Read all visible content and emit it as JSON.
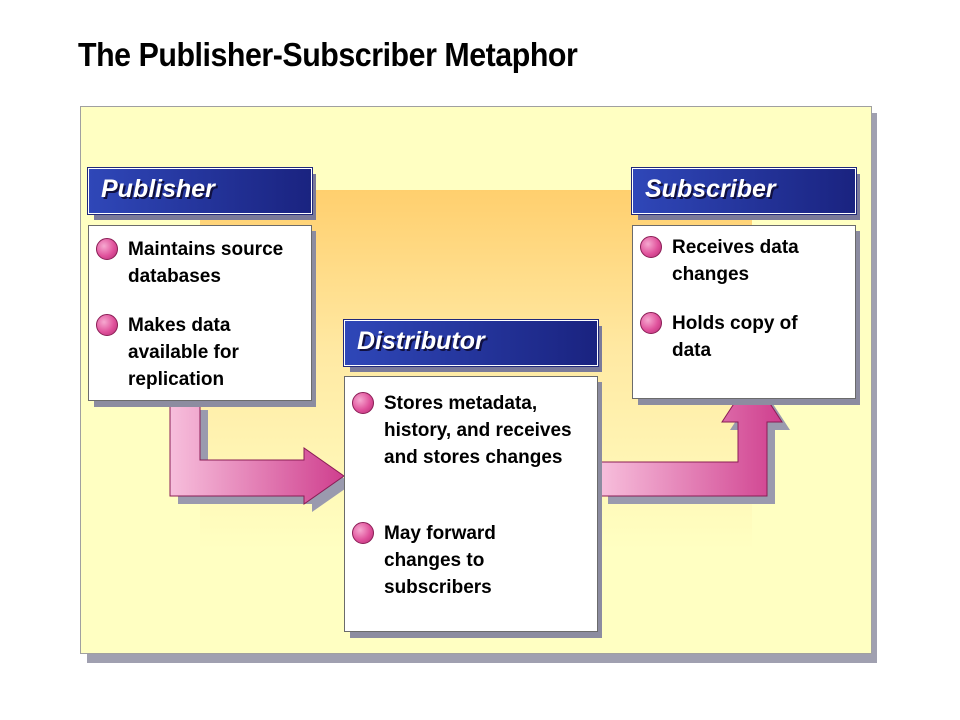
{
  "title": "The Publisher-Subscriber Metaphor",
  "publisher": {
    "label": "Publisher",
    "items": [
      "Maintains source databases",
      "Makes data available for replication"
    ]
  },
  "distributor": {
    "label": "Distributor",
    "items": [
      "Stores metadata, history, and receives and stores changes",
      "May forward changes to subscribers"
    ]
  },
  "subscriber": {
    "label": "Subscriber",
    "items": [
      "Receives data changes",
      "Holds copy of data"
    ]
  },
  "colors": {
    "panel": "#ffffc2",
    "header": "#2f47b8",
    "bullet": "#e0529c",
    "arrow": "#e27ab8"
  }
}
